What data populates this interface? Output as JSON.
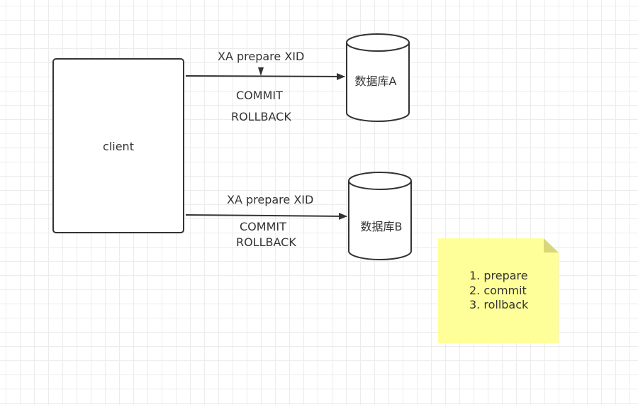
{
  "client": {
    "label": "client"
  },
  "databases": [
    {
      "label": "数据库A"
    },
    {
      "label": "数据库B"
    }
  ],
  "edges": [
    {
      "from": "client",
      "to": "数据库A",
      "labels": [
        "XA prepare XID",
        "COMMIT",
        "ROLLBACK"
      ]
    },
    {
      "from": "client",
      "to": "数据库B",
      "labels": [
        "XA prepare XID",
        "COMMIT",
        "ROLLBACK"
      ]
    }
  ],
  "note": {
    "color": "#ffff99",
    "items": [
      "1. prepare",
      "2. commit",
      "3. rollback"
    ]
  },
  "colors": {
    "stroke": "#333333",
    "grid": "#ececec",
    "note_fold": "#d8d87a"
  }
}
